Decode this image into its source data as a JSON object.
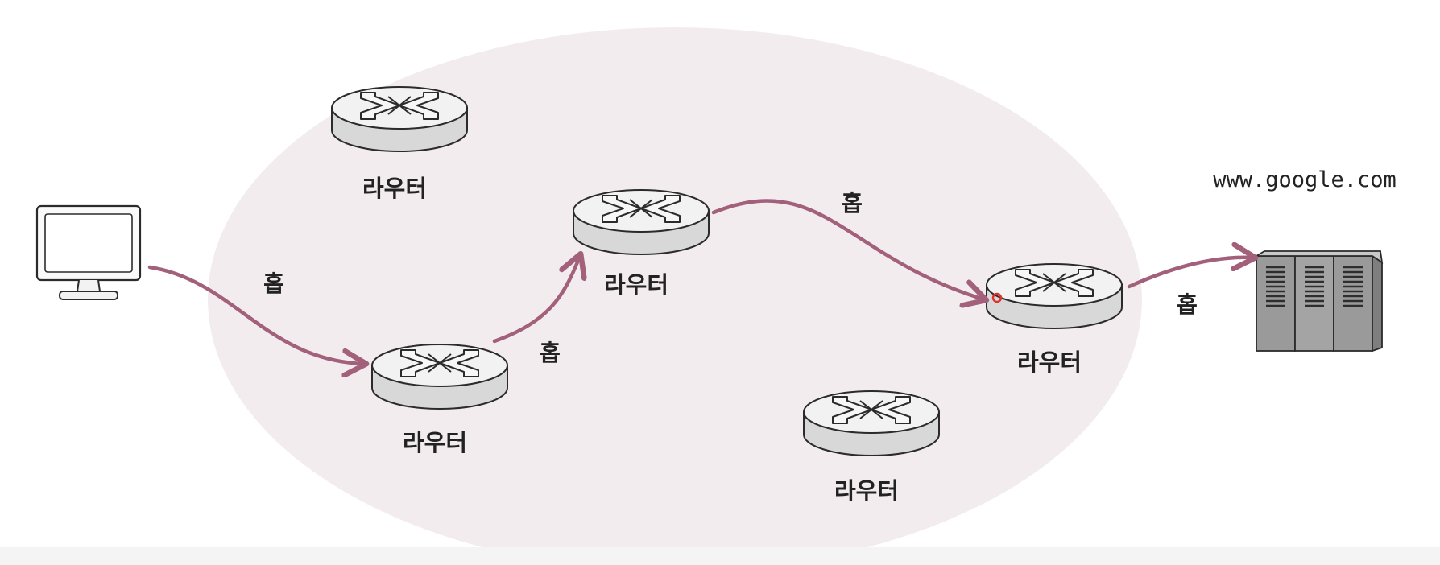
{
  "diagram": {
    "router_label": "라우터",
    "hop_label": "홉",
    "server_label": "www.google.com"
  },
  "colors": {
    "network_region": "#f3ecee",
    "arrow": "#a2607a",
    "router_top": "#f2f2f2",
    "router_side": "#d8d8d8",
    "server_body": "#9a9a9a",
    "pointer_dot": "#e0322b"
  },
  "icons": {
    "client": "monitor-icon",
    "router": "router-icon",
    "server": "server-rack-icon",
    "pointer": "cursor-dot-icon"
  }
}
